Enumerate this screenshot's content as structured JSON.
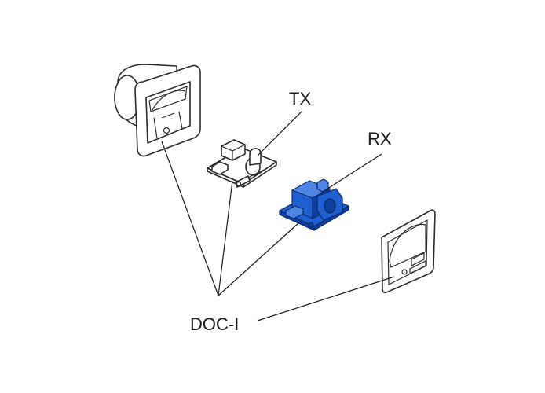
{
  "diagram": {
    "labels": {
      "tx": "TX",
      "rx": "RX",
      "doc": "DOC-I"
    },
    "highlight_color": "#1f5fd0",
    "highlight_dark": "#0d3f9e",
    "highlight_light": "#4f86e6",
    "outline_color": "#2b2b2b"
  }
}
